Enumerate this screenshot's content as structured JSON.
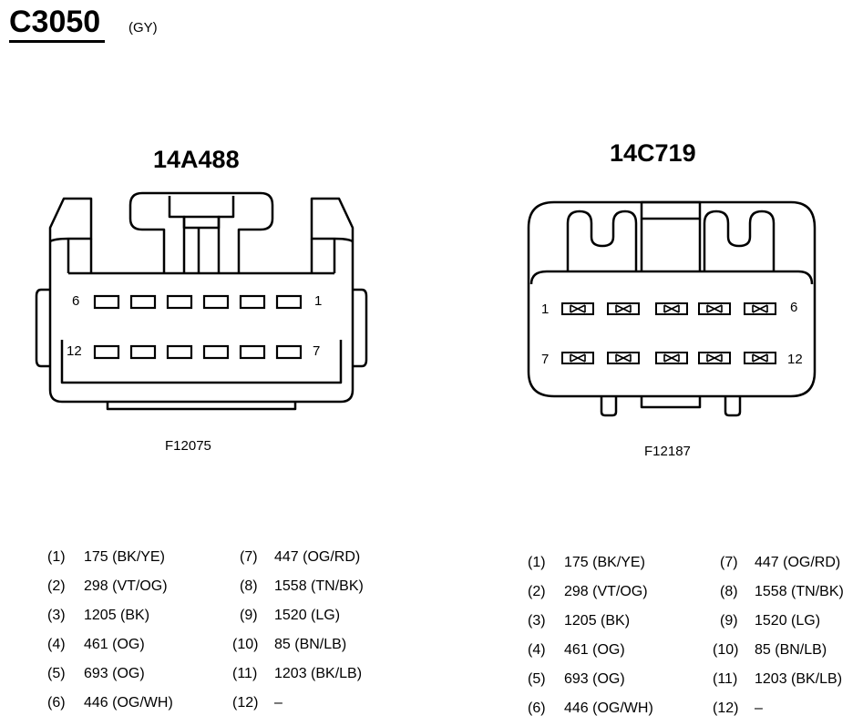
{
  "connector": {
    "id": "C3050",
    "color": "(GY)"
  },
  "left": {
    "part_number": "14A488",
    "figure_code": "F12075",
    "pin_labels": {
      "top_left": "6",
      "top_right": "1",
      "bottom_left": "12",
      "bottom_right": "7"
    },
    "pins": [
      {
        "num": "(1)",
        "wire": "175 (BK/YE)"
      },
      {
        "num": "(2)",
        "wire": "298 (VT/OG)"
      },
      {
        "num": "(3)",
        "wire": "1205 (BK)"
      },
      {
        "num": "(4)",
        "wire": "461 (OG)"
      },
      {
        "num": "(5)",
        "wire": "693 (OG)"
      },
      {
        "num": "(6)",
        "wire": "446 (OG/WH)"
      },
      {
        "num": "(7)",
        "wire": "447 (OG/RD)"
      },
      {
        "num": "(8)",
        "wire": "1558 (TN/BK)"
      },
      {
        "num": "(9)",
        "wire": "1520 (LG)"
      },
      {
        "num": "(10)",
        "wire": "85 (BN/LB)"
      },
      {
        "num": "(11)",
        "wire": "1203 (BK/LB)"
      },
      {
        "num": "(12)",
        "wire": "–"
      }
    ]
  },
  "right": {
    "part_number": "14C719",
    "figure_code": "F12187",
    "pin_labels": {
      "top_left": "1",
      "top_right": "6",
      "bottom_left": "7",
      "bottom_right": "12"
    },
    "pins": [
      {
        "num": "(1)",
        "wire": "175 (BK/YE)"
      },
      {
        "num": "(2)",
        "wire": "298 (VT/OG)"
      },
      {
        "num": "(3)",
        "wire": "1205 (BK)"
      },
      {
        "num": "(4)",
        "wire": "461 (OG)"
      },
      {
        "num": "(5)",
        "wire": "693 (OG)"
      },
      {
        "num": "(6)",
        "wire": "446 (OG/WH)"
      },
      {
        "num": "(7)",
        "wire": "447 (OG/RD)"
      },
      {
        "num": "(8)",
        "wire": "1558 (TN/BK)"
      },
      {
        "num": "(9)",
        "wire": "1520 (LG)"
      },
      {
        "num": "(10)",
        "wire": "85 (BN/LB)"
      },
      {
        "num": "(11)",
        "wire": "1203 (BK/LB)"
      },
      {
        "num": "(12)",
        "wire": "–"
      }
    ]
  }
}
